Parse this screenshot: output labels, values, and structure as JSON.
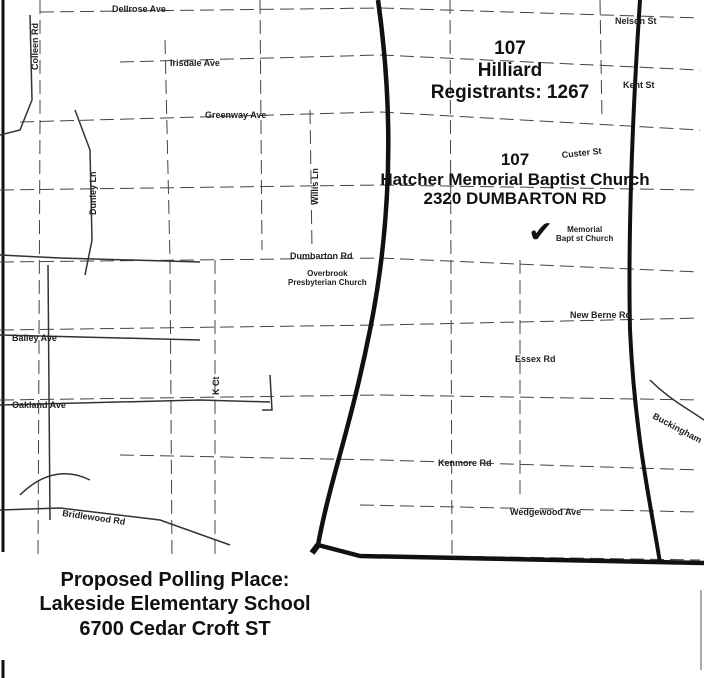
{
  "precinct": {
    "number": "107",
    "name": "Hilliard",
    "registrants": "Registrants: 1267"
  },
  "polling_place": {
    "number": "107",
    "name": "Hatcher Memorial Baptist Church",
    "address": "2320 DUMBARTON RD"
  },
  "proposed": {
    "heading": "Proposed Polling Place:",
    "name": "Lakeside Elementary School",
    "address": "6700 Cedar Croft ST"
  },
  "map_labels": {
    "memorial_church": [
      "Memorial",
      "Bapt st Church"
    ],
    "overbrook_church": [
      "Overbrook",
      "Presbyterian Church"
    ]
  },
  "streets": {
    "dellrose": "Dellrose Ave",
    "irisdale": "Irisdale Ave",
    "greenway": "Greenway Ave",
    "dumbarton": "Dumbarton Rd",
    "bailey": "Bailey Ave",
    "oakland": "Oakland Ave",
    "bridlewood": "Bridlewood Rd",
    "kenmore": "Kenmore Rd",
    "wedgewood": "Wedgewood Ave",
    "essex": "Essex Rd",
    "nottingham": "New Berne Rd",
    "hilliard_st": "Nelson St",
    "kent": "Kent St",
    "custer": "Custer St",
    "buckingham": "Buckingham",
    "dunley": "Dunley Ln",
    "willis": "Willis Ln",
    "colleen": "Colleen Rd",
    "k_ct": "K Ct"
  }
}
